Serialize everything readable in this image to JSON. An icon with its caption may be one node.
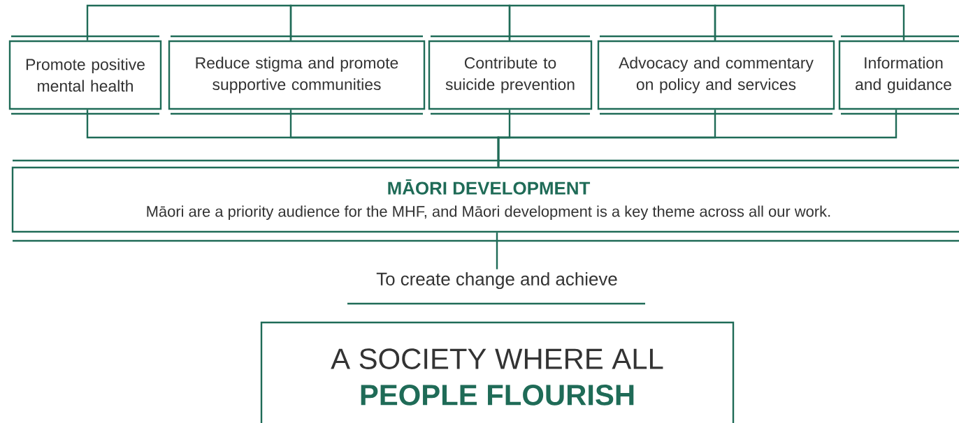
{
  "diagram": {
    "nodes": [
      {
        "text": [
          "Promote positive mental health"
        ]
      },
      {
        "text": [
          "Reduce stigma and promote supportive communities"
        ]
      },
      {
        "text": [
          "Contribute to suicide prevention"
        ]
      },
      {
        "text": [
          "Advocacy and commentary on policy and services"
        ]
      },
      {
        "text": [
          "Information and guidance"
        ]
      },
      {
        "text": [
          "MĀORI DEVELOPMENT",
          "Māori are a priority audience for the MHF, and Māori development is a key theme across all our work."
        ]
      },
      {
        "text": [
          "To create change and achieve"
        ]
      },
      {
        "text": [
          "A SOCIETY WHERE ALL",
          "PEOPLE FLOURISH"
        ]
      }
    ],
    "edges": [
      {
        "from": 0,
        "to": 1,
        "arrow": "none"
      },
      {
        "from": 1,
        "to": 2,
        "arrow": "none"
      },
      {
        "from": 2,
        "to": 3,
        "arrow": "none"
      },
      {
        "from": 3,
        "to": 4,
        "arrow": "none"
      },
      {
        "from": 0,
        "to": 5,
        "arrow": "none"
      },
      {
        "from": 1,
        "to": 5,
        "arrow": "none"
      },
      {
        "from": 2,
        "to": 5,
        "arrow": "none"
      },
      {
        "from": 3,
        "to": 5,
        "arrow": "none"
      },
      {
        "from": 4,
        "to": 5,
        "arrow": "none"
      },
      {
        "from": 5,
        "to": 6,
        "arrow": "none"
      }
    ]
  }
}
